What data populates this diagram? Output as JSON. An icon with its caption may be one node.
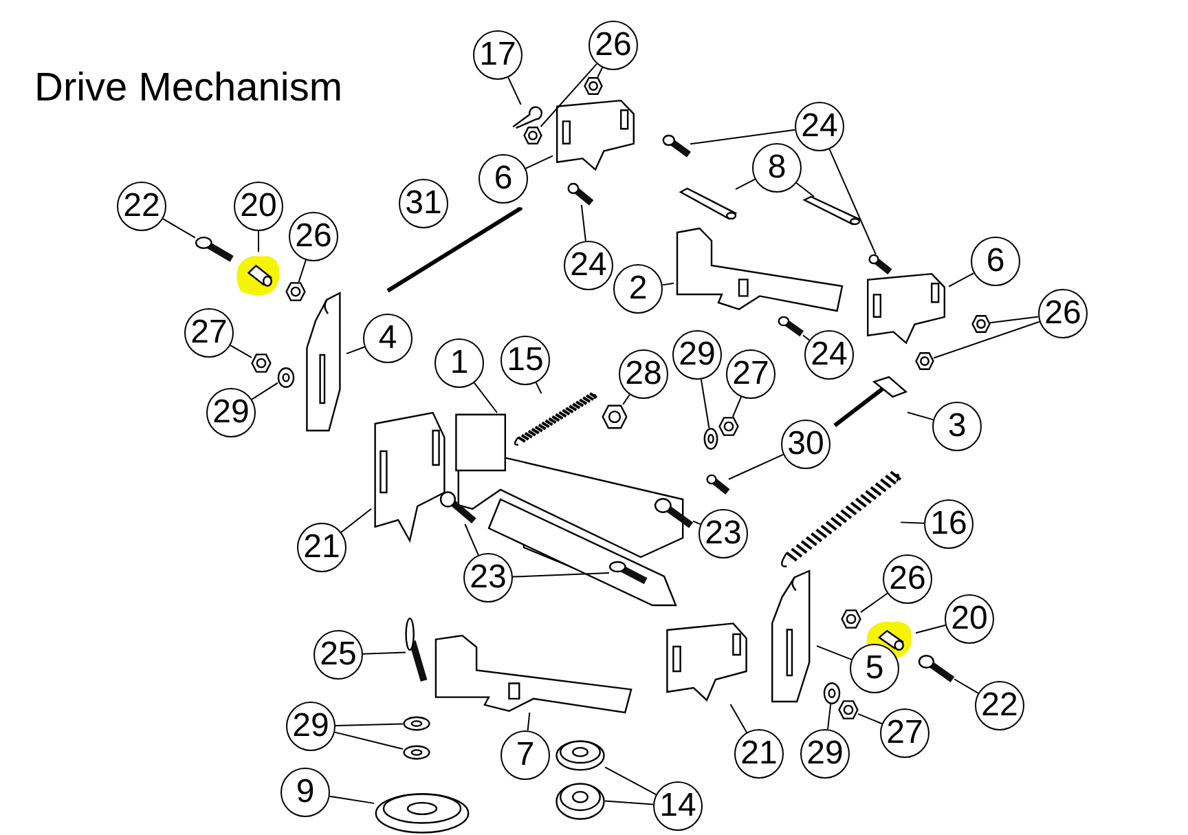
{
  "diagram": {
    "title": "Drive Mechanism",
    "nodes": [
      {
        "text": [
          "17"
        ]
      },
      {
        "text": [],
        "shape": "clip"
      },
      {
        "text": [
          "26"
        ]
      },
      {
        "text": [],
        "shape": "nut"
      },
      {
        "text": [],
        "shape": "nut"
      },
      {
        "text": [
          "6"
        ]
      },
      {
        "text": [],
        "shape": "bracket"
      },
      {
        "text": [
          "24"
        ]
      },
      {
        "text": [],
        "shape": "bolt"
      },
      {
        "text": [],
        "shape": "bolt"
      },
      {
        "text": [
          "8"
        ]
      },
      {
        "text": [],
        "shape": "pin"
      },
      {
        "text": [],
        "shape": "pin"
      },
      {
        "text": [
          "31"
        ]
      },
      {
        "text": [],
        "shape": "rod"
      },
      {
        "text": [
          "24"
        ]
      },
      {
        "text": [],
        "shape": "bolt"
      },
      {
        "text": [
          "2"
        ]
      },
      {
        "text": [],
        "shape": "arm"
      },
      {
        "text": [
          "6"
        ]
      },
      {
        "text": [],
        "shape": "bracket"
      },
      {
        "text": [
          "26"
        ]
      },
      {
        "text": [],
        "shape": "nut"
      },
      {
        "text": [],
        "shape": "nut"
      },
      {
        "text": [
          "24"
        ]
      },
      {
        "text": [],
        "shape": "bolt"
      },
      {
        "text": [
          "22"
        ]
      },
      {
        "text": [],
        "shape": "bolt"
      },
      {
        "text": [
          "20"
        ]
      },
      {
        "text": [],
        "shape": "spacer"
      },
      {
        "text": [
          "26"
        ]
      },
      {
        "text": [],
        "shape": "nut"
      },
      {
        "text": [
          "27"
        ]
      },
      {
        "text": [],
        "shape": "nut"
      },
      {
        "text": [
          "29"
        ]
      },
      {
        "text": [],
        "shape": "washer"
      },
      {
        "text": [
          "4"
        ]
      },
      {
        "text": [],
        "shape": "plate"
      },
      {
        "text": [
          "1"
        ]
      },
      {
        "text": [],
        "shape": "frame"
      },
      {
        "text": [
          "15"
        ]
      },
      {
        "text": [],
        "shape": "spring"
      },
      {
        "text": [
          "28"
        ]
      },
      {
        "text": [],
        "shape": "nut"
      },
      {
        "text": [
          "29"
        ]
      },
      {
        "text": [],
        "shape": "washer"
      },
      {
        "text": [
          "27"
        ]
      },
      {
        "text": [],
        "shape": "nut"
      },
      {
        "text": [
          "3"
        ]
      },
      {
        "text": [],
        "shape": "lever"
      },
      {
        "text": [
          "30"
        ]
      },
      {
        "text": [],
        "shape": "bolt"
      },
      {
        "text": [
          "23"
        ]
      },
      {
        "text": [],
        "shape": "bolt"
      },
      {
        "text": [
          "16"
        ]
      },
      {
        "text": [],
        "shape": "spring"
      },
      {
        "text": [
          "21"
        ]
      },
      {
        "text": [],
        "shape": "bracket"
      },
      {
        "text": [
          "23"
        ]
      },
      {
        "text": [],
        "shape": "bolt"
      },
      {
        "text": [],
        "shape": "bolt"
      },
      {
        "text": [
          "26"
        ]
      },
      {
        "text": [],
        "shape": "nut"
      },
      {
        "text": [
          "20"
        ]
      },
      {
        "text": [],
        "shape": "spacer"
      },
      {
        "text": [
          "5"
        ]
      },
      {
        "text": [],
        "shape": "plate"
      },
      {
        "text": [
          "22"
        ]
      },
      {
        "text": [],
        "shape": "bolt"
      },
      {
        "text": [
          "25"
        ]
      },
      {
        "text": [],
        "shape": "bolt"
      },
      {
        "text": [
          "29"
        ]
      },
      {
        "text": [],
        "shape": "washer"
      },
      {
        "text": [],
        "shape": "washer"
      },
      {
        "text": [
          "7"
        ]
      },
      {
        "text": [],
        "shape": "arm"
      },
      {
        "text": [
          "21"
        ]
      },
      {
        "text": [],
        "shape": "bracket"
      },
      {
        "text": [
          "29"
        ]
      },
      {
        "text": [],
        "shape": "washer"
      },
      {
        "text": [
          "27"
        ]
      },
      {
        "text": [],
        "shape": "nut"
      },
      {
        "text": [
          "14"
        ]
      },
      {
        "text": [],
        "shape": "pulley"
      },
      {
        "text": [],
        "shape": "pulley"
      },
      {
        "text": [
          "9"
        ]
      },
      {
        "text": [],
        "shape": "pulley"
      }
    ],
    "edges": [
      {
        "from": 0,
        "to": 1,
        "arrow": "none"
      },
      {
        "from": 2,
        "to": 3,
        "arrow": "none"
      },
      {
        "from": 2,
        "to": 4,
        "arrow": "none"
      },
      {
        "from": 5,
        "to": 6,
        "arrow": "none"
      },
      {
        "from": 7,
        "to": 8,
        "arrow": "none"
      },
      {
        "from": 7,
        "to": 9,
        "arrow": "none"
      },
      {
        "from": 10,
        "to": 11,
        "arrow": "none"
      },
      {
        "from": 10,
        "to": 12,
        "arrow": "none"
      },
      {
        "from": 13,
        "to": 14,
        "arrow": "none"
      },
      {
        "from": 15,
        "to": 16,
        "arrow": "none"
      },
      {
        "from": 17,
        "to": 18,
        "arrow": "none"
      },
      {
        "from": 19,
        "to": 20,
        "arrow": "none"
      },
      {
        "from": 21,
        "to": 22,
        "arrow": "none"
      },
      {
        "from": 21,
        "to": 23,
        "arrow": "none"
      },
      {
        "from": 24,
        "to": 25,
        "arrow": "none"
      },
      {
        "from": 26,
        "to": 27,
        "arrow": "none"
      },
      {
        "from": 28,
        "to": 29,
        "arrow": "none"
      },
      {
        "from": 30,
        "to": 31,
        "arrow": "none"
      },
      {
        "from": 32,
        "to": 33,
        "arrow": "none"
      },
      {
        "from": 34,
        "to": 35,
        "arrow": "none"
      },
      {
        "from": 36,
        "to": 37,
        "arrow": "none"
      },
      {
        "from": 38,
        "to": 39,
        "arrow": "none"
      },
      {
        "from": 40,
        "to": 41,
        "arrow": "none"
      },
      {
        "from": 42,
        "to": 43,
        "arrow": "none"
      },
      {
        "from": 44,
        "to": 45,
        "arrow": "none"
      },
      {
        "from": 46,
        "to": 47,
        "arrow": "none"
      },
      {
        "from": 48,
        "to": 49,
        "arrow": "none"
      },
      {
        "from": 50,
        "to": 51,
        "arrow": "none"
      },
      {
        "from": 52,
        "to": 53,
        "arrow": "none"
      },
      {
        "from": 54,
        "to": 55,
        "arrow": "none"
      },
      {
        "from": 56,
        "to": 57,
        "arrow": "none"
      },
      {
        "from": 58,
        "to": 59,
        "arrow": "none"
      },
      {
        "from": 58,
        "to": 60,
        "arrow": "none"
      },
      {
        "from": 61,
        "to": 62,
        "arrow": "none"
      },
      {
        "from": 63,
        "to": 64,
        "arrow": "none"
      },
      {
        "from": 65,
        "to": 66,
        "arrow": "none"
      },
      {
        "from": 67,
        "to": 68,
        "arrow": "none"
      },
      {
        "from": 69,
        "to": 70,
        "arrow": "none"
      },
      {
        "from": 71,
        "to": 72,
        "arrow": "none"
      },
      {
        "from": 71,
        "to": 73,
        "arrow": "none"
      },
      {
        "from": 74,
        "to": 75,
        "arrow": "none"
      },
      {
        "from": 76,
        "to": 77,
        "arrow": "none"
      },
      {
        "from": 78,
        "to": 79,
        "arrow": "none"
      },
      {
        "from": 80,
        "to": 81,
        "arrow": "none"
      },
      {
        "from": 82,
        "to": 83,
        "arrow": "none"
      },
      {
        "from": 82,
        "to": 84,
        "arrow": "none"
      },
      {
        "from": 85,
        "to": 86,
        "arrow": "none"
      }
    ]
  }
}
